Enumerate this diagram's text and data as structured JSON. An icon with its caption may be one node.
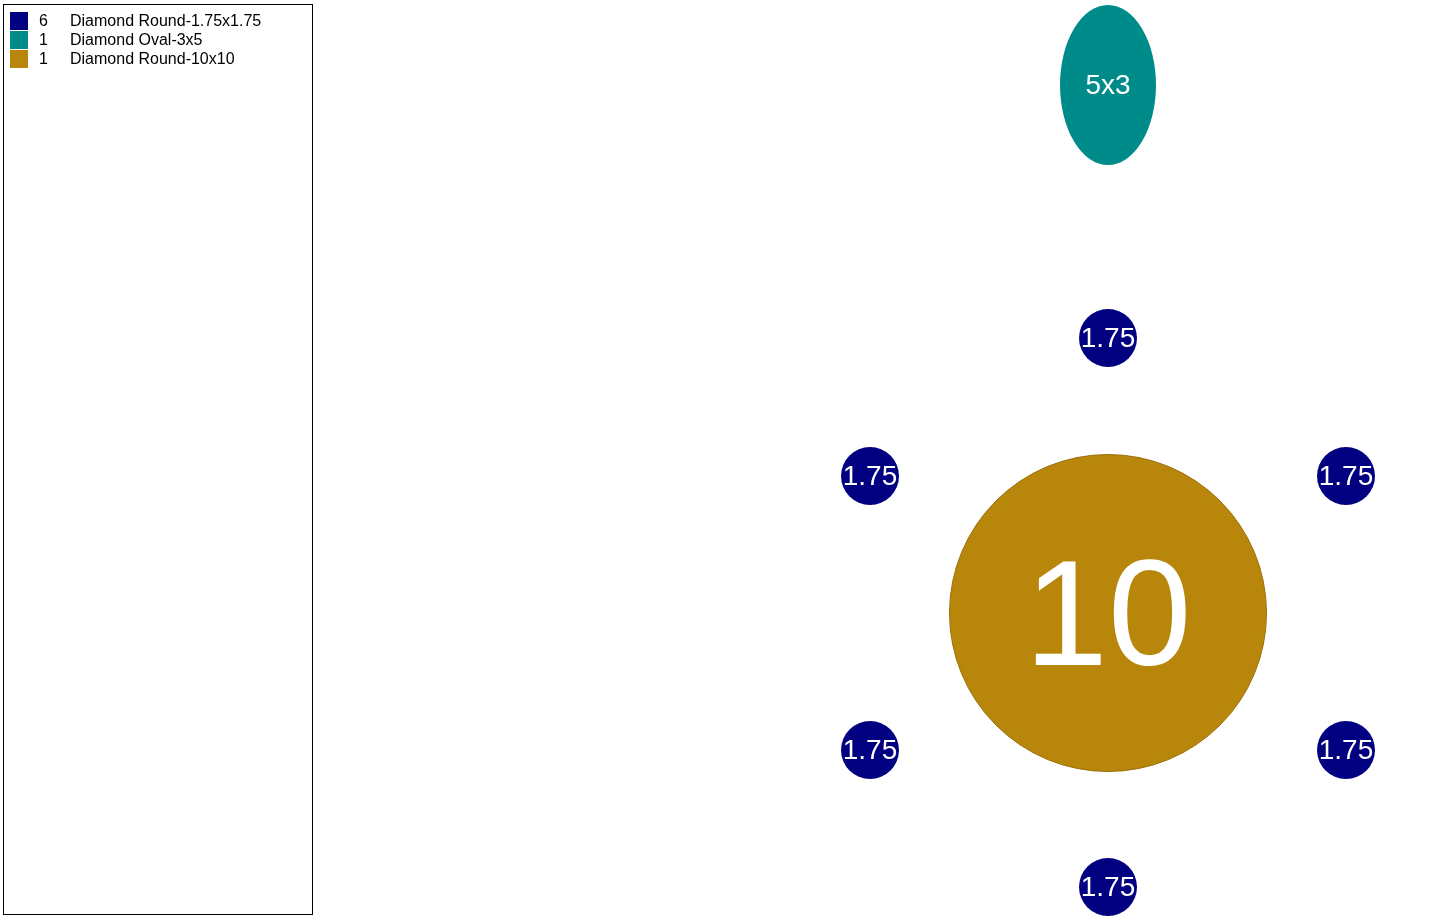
{
  "diagram": {
    "nodes": [
      {
        "text": [
          "5x3"
        ]
      },
      {
        "text": [
          "1.75"
        ]
      },
      {
        "text": [
          "1.75"
        ]
      },
      {
        "text": [
          "1.75"
        ]
      },
      {
        "text": [
          "10"
        ]
      },
      {
        "text": [
          "1.75"
        ]
      },
      {
        "text": [
          "1.75"
        ]
      },
      {
        "text": [
          "1.75"
        ]
      }
    ],
    "labels": [
      "6",
      "1",
      "1"
    ],
    "legend": [
      {
        "text": "Diamond Round-1.75x1.75",
        "color": "#000080"
      },
      {
        "text": "Diamond Oval-3x5",
        "color": "#008b8b"
      },
      {
        "text": "Diamond Round-10x10",
        "color": "#b8860b"
      }
    ]
  }
}
